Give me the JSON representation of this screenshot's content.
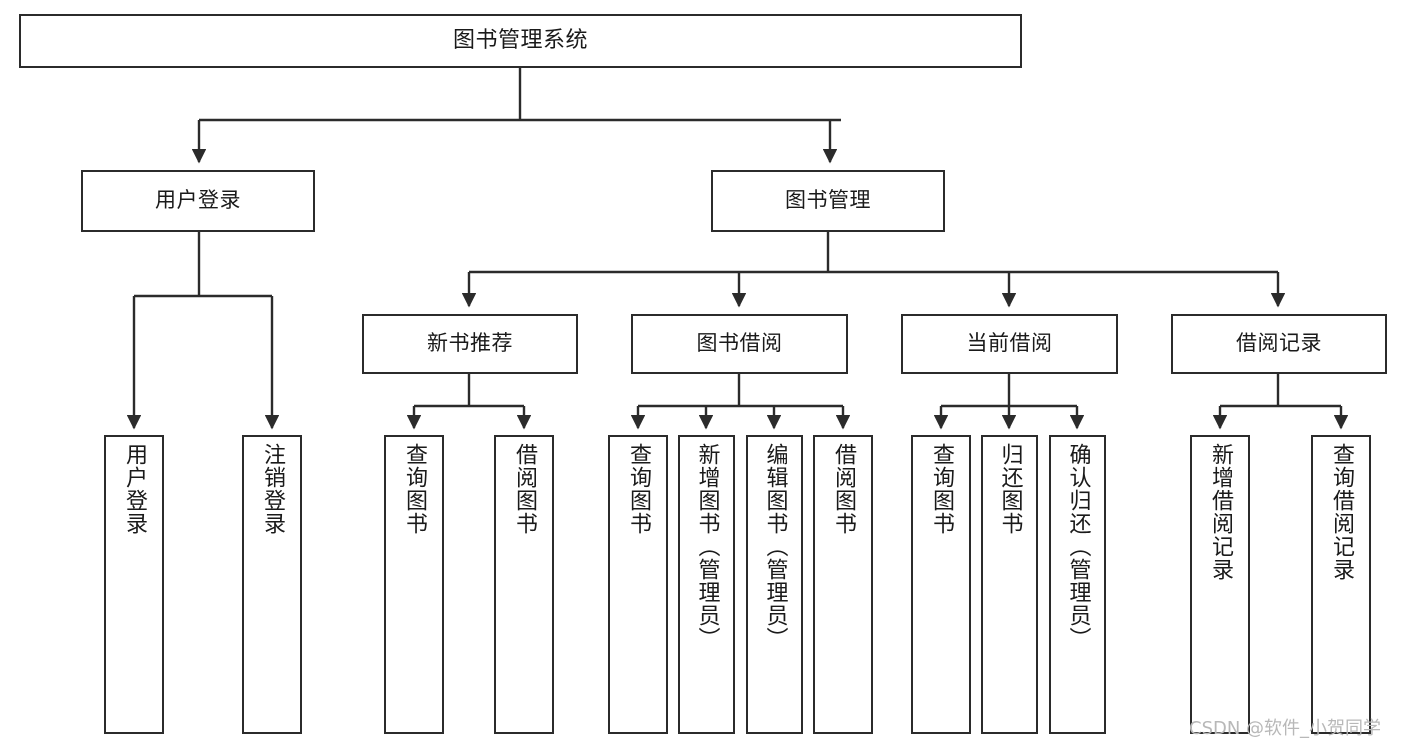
{
  "diagram": {
    "title": "图书管理系统",
    "type": "hierarchy-tree",
    "watermark": "CSDN @软件_小贺同学",
    "colors": {
      "box_border": "#2b2b2b",
      "box_fill": "#ffffff",
      "edge": "#2b2b2b",
      "text": "#1a1a1a",
      "watermark": "#b8b8b8"
    },
    "root": {
      "id": "root",
      "label": "图书管理系统"
    },
    "level2": [
      {
        "id": "n-user-login",
        "label": "用户登录"
      },
      {
        "id": "n-book-mgmt",
        "label": "图书管理"
      }
    ],
    "level3": [
      {
        "id": "n-new-book-rec",
        "label": "新书推荐"
      },
      {
        "id": "n-book-borrow",
        "label": "图书借阅"
      },
      {
        "id": "n-current-borrow",
        "label": "当前借阅"
      },
      {
        "id": "n-borrow-record",
        "label": "借阅记录"
      }
    ],
    "leaves": [
      {
        "id": "leaf-user-login",
        "label": "用户登录",
        "parent": "用户登录"
      },
      {
        "id": "leaf-logout-login",
        "label": "注销登录",
        "parent": "用户登录"
      },
      {
        "id": "leaf-query-book-1",
        "label": "查询图书",
        "parent": "新书推荐"
      },
      {
        "id": "leaf-borrow-book-1",
        "label": "借阅图书",
        "parent": "新书推荐"
      },
      {
        "id": "leaf-query-book-2",
        "label": "查询图书",
        "parent": "图书借阅"
      },
      {
        "id": "leaf-add-book",
        "label": "新增图书（管理员）",
        "parent": "图书借阅"
      },
      {
        "id": "leaf-edit-book",
        "label": "编辑图书（管理员）",
        "parent": "图书借阅"
      },
      {
        "id": "leaf-borrow-book-2",
        "label": "借阅图书",
        "parent": "图书借阅"
      },
      {
        "id": "leaf-query-book-3",
        "label": "查询图书",
        "parent": "当前借阅"
      },
      {
        "id": "leaf-return-book",
        "label": "归还图书",
        "parent": "当前借阅"
      },
      {
        "id": "leaf-confirm-return",
        "label": "确认归还（管理员）",
        "parent": "当前借阅"
      },
      {
        "id": "leaf-add-record",
        "label": "新增借阅记录",
        "parent": "借阅记录"
      },
      {
        "id": "leaf-query-record",
        "label": "查询借阅记录",
        "parent": "借阅记录"
      }
    ]
  }
}
